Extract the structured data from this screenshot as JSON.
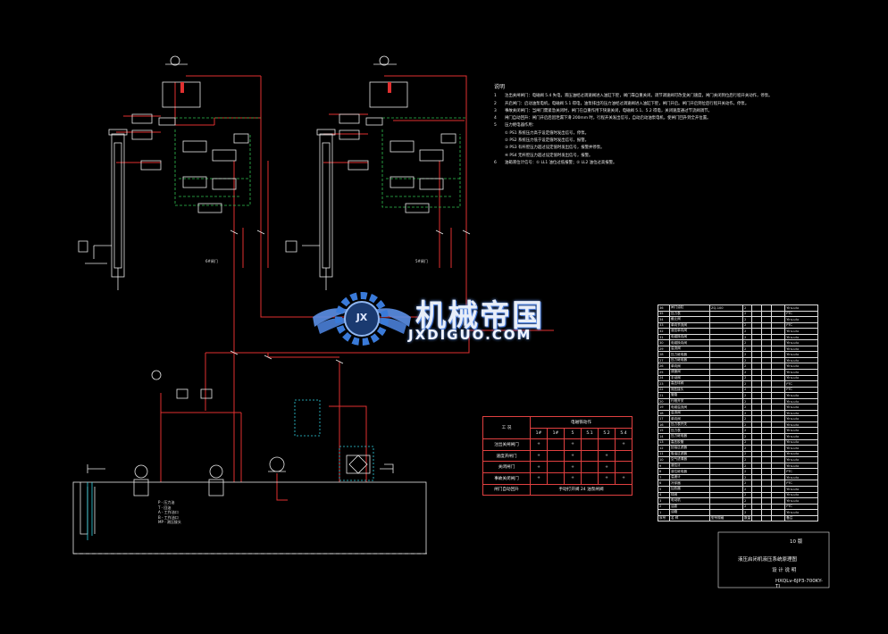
{
  "watermark": {
    "title": "机械帝国",
    "subtitle": "JXDIGUO.COM",
    "gear_text": "JX"
  },
  "notes": {
    "heading": "说明",
    "items": [
      {
        "n": "1",
        "text": "注出关闸闸门：电磁阀 5.4 失电，液压油经过调速阀进入油缸下腔，阀门靠自重关闭。调节调速阀可改变关门速度，闸门关闭到位后行程开关动作，停泵。"
      },
      {
        "n": "2",
        "text": "开启闸门：启动油泵电机，电磁阀 5.1 得电，油泵排出的压力油经过调速阀进入油缸下腔，闸门开启。闸门开启到位后行程开关动作，停泵。"
      },
      {
        "n": "3",
        "text": "事故关闭闸门：当闸门需紧急关闭时，闸门在自重作用下快速关闭，电磁阀 5.1、5.2 得电，关闭速度通过节流阀调节。"
      },
      {
        "n": "4",
        "text": "闸门自动回升：闸门开启后因泄漏下滑 200mm 时，行程开关发出信号，自动启动油泵电机，使闸门回升到全开位置。"
      },
      {
        "n": "5",
        "text": "压力继电器作用："
      },
      {
        "n": "",
        "text": "① PS1 系统压力高于设定值时发出信号，停泵。"
      },
      {
        "n": "",
        "text": "② PS2 系统压力低于设定值时发出信号，报警。"
      },
      {
        "n": "",
        "text": "③ PS3 有杆腔压力超过设定值时发出信号，报警并停泵。"
      },
      {
        "n": "",
        "text": "④ PS4 无杆腔压力超过设定值时发出信号，报警。"
      },
      {
        "n": "6",
        "text": "油箱液位计信号：① LL1 油位过低报警；② LL2 油位过高报警。"
      }
    ]
  },
  "cabinet_labels": {
    "left": "6#闸门",
    "right": "5#闸门"
  },
  "op_table": {
    "corner": "工 况",
    "group_head": "电磁铁动作",
    "cols": [
      "1#",
      "1#",
      "5",
      "5.1",
      "5.2",
      "5.4"
    ],
    "rows": [
      {
        "label": "注出关闸闸门",
        "cells": [
          "+",
          "",
          "+",
          "",
          "",
          "+"
        ]
      },
      {
        "label": "速度开闸门",
        "cells": [
          "+",
          "",
          "+",
          "",
          "+",
          ""
        ]
      },
      {
        "label": "关闭闸门",
        "cells": [
          "+",
          "",
          "+",
          "",
          "+",
          ""
        ]
      },
      {
        "label": "事故关闭闸门",
        "cells": [
          "+",
          "",
          "+",
          "",
          "+",
          "+"
        ]
      },
      {
        "label": "闸门自动回升",
        "cells": [
          "手动打开阀 24 油泵闸阀",
          "",
          "",
          "",
          "",
          ""
        ]
      }
    ]
  },
  "parts_header": [
    "序号",
    "名 称",
    "型号规格",
    "数量",
    "",
    "",
    "",
    "备注"
  ],
  "parts_rows": [
    [
      "36",
      "闸门油缸",
      "ZQ-100",
      "2",
      "Yiru-ulu"
    ],
    [
      "35",
      "压力表",
      "",
      "2",
      "PTC"
    ],
    [
      "34",
      "截止阀",
      "",
      "2",
      "Yiru-ulu"
    ],
    [
      "33",
      "单向节流阀",
      "",
      "2",
      "PTC"
    ],
    [
      "32",
      "液控单向阀",
      "",
      "2",
      "Yiru-ulu"
    ],
    [
      "31",
      "电磁换向阀",
      "",
      "2",
      "Yiru-ulu"
    ],
    [
      "30",
      "电磁换向阀",
      "",
      "2",
      "Yiru-ulu"
    ],
    [
      "29",
      "溢流阀",
      "",
      "2",
      "Yiru-ulu"
    ],
    [
      "28",
      "压力继电器",
      "",
      "2",
      "Yiru-ulu"
    ],
    [
      "27",
      "压力继电器",
      "",
      "2",
      "Yiru-ulu"
    ],
    [
      "26",
      "单向阀",
      "",
      "2",
      "Yiru-ulu"
    ],
    [
      "25",
      "调速阀",
      "",
      "2",
      "Yiru-ulu"
    ],
    [
      "24",
      "手动阀",
      "",
      "2",
      "Yiru-ulu"
    ],
    [
      "23",
      "高压球阀",
      "",
      "2",
      "PTC"
    ],
    [
      "22",
      "测压接头",
      "",
      "2",
      "PTC"
    ],
    [
      "21",
      "管路",
      "",
      "2",
      "Yiru-ulu"
    ],
    [
      "20",
      "行程开关",
      "",
      "2",
      "Yiru-ulu"
    ],
    [
      "19",
      "电磁溢流阀",
      "",
      "2",
      "Yiru-ulu"
    ],
    [
      "18",
      "溢流阀",
      "",
      "2",
      "Yiru-ulu"
    ],
    [
      "17",
      "单向阀",
      "",
      "2",
      "Yiru-ulu"
    ],
    [
      "16",
      "压力表开关",
      "",
      "2",
      "Yiru-ulu"
    ],
    [
      "15",
      "压力表",
      "",
      "2",
      "Yiru-ulu"
    ],
    [
      "14",
      "压力继电器",
      "",
      "2",
      "Yiru-ulu"
    ],
    [
      "13",
      "高压胶管",
      "",
      "2",
      "Yiru-ulu"
    ],
    [
      "12",
      "回油过滤器",
      "",
      "2",
      "Yiru-ulu"
    ],
    [
      "11",
      "吸油过滤器",
      "",
      "2",
      "Yiru-ulu"
    ],
    [
      "10",
      "空气滤清器",
      "",
      "2",
      "Yiru-ulu"
    ],
    [
      "9",
      "液位计",
      "",
      "2",
      "Yiru-ulu"
    ],
    [
      "8",
      "液位继电器",
      "",
      "2",
      "PTC"
    ],
    [
      "7",
      "温度计",
      "",
      "2",
      "Yiru-ulu"
    ],
    [
      "6",
      "冷却器",
      "",
      "2",
      "PTC"
    ],
    [
      "5",
      "加热器",
      "",
      "2",
      "Yiru-ulu"
    ],
    [
      "4",
      "球阀",
      "",
      "2",
      "Yiru-ulu"
    ],
    [
      "3",
      "电动机",
      "",
      "2",
      "Yiru-ulu"
    ],
    [
      "2",
      "油泵",
      "",
      "2",
      "PTC"
    ],
    [
      "1",
      "油箱",
      "",
      "2",
      "Yiru-ulu"
    ]
  ],
  "title_block": {
    "line1": "10 版",
    "line2": "液压启闭机液压系统原理图",
    "line3": "设 计 说 明",
    "drawing_no": "HXQLv-6JP3-700KY-TI"
  },
  "tank_legend": [
    "P - 压力油",
    "T - 回油",
    "A - 工作油口",
    "B - 工作油口",
    "MP - 测压接头"
  ],
  "colors": {
    "background": "#000000",
    "pipe_red": "#e03030",
    "pilot_green": "#30c050",
    "line_white": "#e8e8e8",
    "accent_cyan": "#30d0e0",
    "watermark_blue": "#3a7ad8"
  }
}
